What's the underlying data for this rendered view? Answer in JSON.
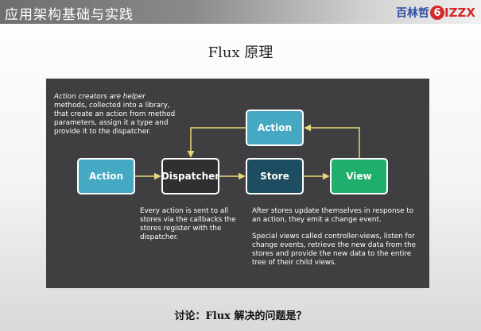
{
  "header": {
    "course_title": "应用架构基础与实践",
    "logo": {
      "cn": "百林哲",
      "num": "6",
      "en": "IZZX"
    }
  },
  "slide": {
    "title": "Flux 原理",
    "discussion": "讨论：Flux 解决的问题是？"
  },
  "diagram": {
    "nodes": {
      "action_left": "Action",
      "dispatcher": "Dispatcher",
      "store": "Store",
      "view": "View",
      "action_top": "Action"
    },
    "notes": {
      "creators": [
        "Action creators are helper",
        "methods, collected into a library,",
        "that create an action from method",
        "parameters, assign it a type and",
        "provide it to the dispatcher."
      ],
      "dispatcher": [
        "Every action is sent to all",
        "stores via the callbacks the",
        "stores register with the",
        "dispatcher."
      ],
      "store": [
        "After stores update themselves in response to",
        "an action, they emit a change event."
      ],
      "views": [
        "Special views called controller-views, listen for",
        "change events, retrieve the new data from the",
        "stores and provide the new data to the entire",
        "tree of their child views."
      ]
    },
    "colors": {
      "panel": "#3f3f41",
      "action": "#46a9c4",
      "dispatcher": "#303032",
      "store": "#1d4d60",
      "view": "#1fae6b",
      "arrow": "#e8d77a"
    }
  }
}
